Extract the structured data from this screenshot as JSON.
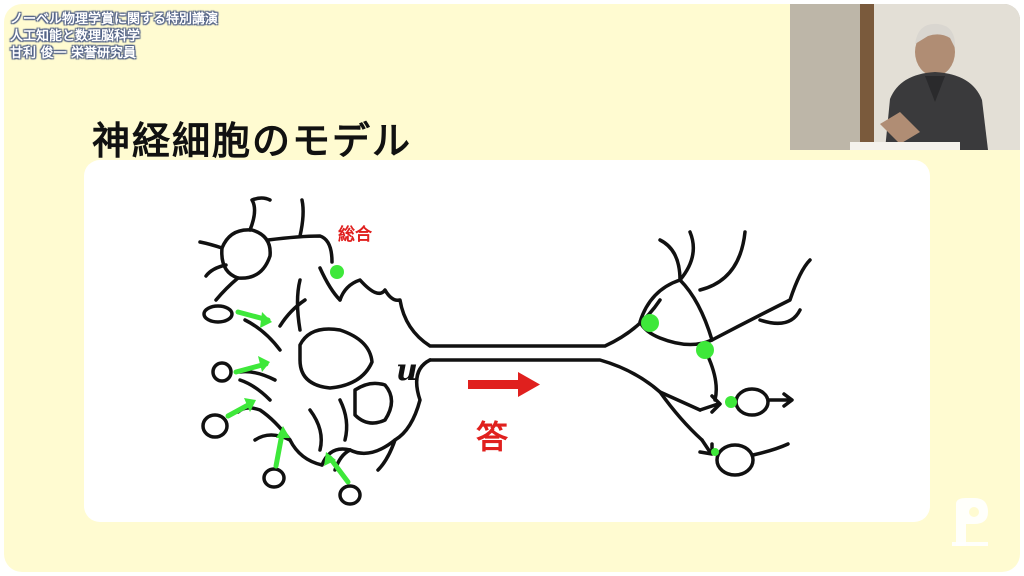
{
  "captions": {
    "line1": "ノーベル物理学賞に関する特別講演",
    "line2": "人工知能と数理脳科学",
    "line3": "甘利 俊一 栄誉研究員"
  },
  "slide": {
    "title": "神経細胞のモデル"
  },
  "diagram": {
    "label_sum": "総合",
    "label_u": "u",
    "label_answer": "答"
  },
  "colors": {
    "slide_bg": "#fffbd1",
    "panel_bg": "#ffffff",
    "synapse_green": "#3ee83a",
    "accent_red": "#e0201e"
  },
  "icons": {
    "logo": "channel-logo-icon"
  }
}
